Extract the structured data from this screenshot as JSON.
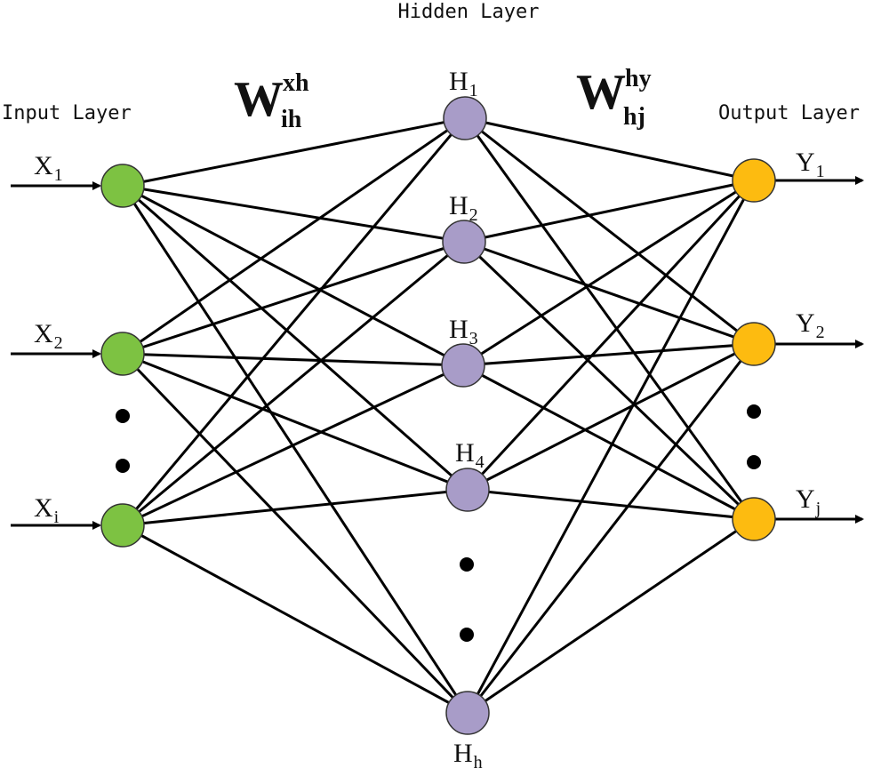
{
  "titles": {
    "input": "Input Layer",
    "hidden": "Hidden Layer",
    "output": "Output Layer"
  },
  "colors": {
    "input": "#7dc242",
    "hidden": "#a89cc8",
    "output": "#fdbb10",
    "edge": "#000000"
  },
  "weights": {
    "input_hidden": {
      "main": "W",
      "sup": "xh",
      "sub": "ih"
    },
    "hidden_output": {
      "main": "W",
      "sup": "hy",
      "sub": "hj"
    }
  },
  "nodes": {
    "input": [
      {
        "base": "X",
        "sub": "1"
      },
      {
        "base": "X",
        "sub": "2"
      },
      {
        "base": "X",
        "sub": "i"
      }
    ],
    "hidden": [
      {
        "base": "H",
        "sub": "1"
      },
      {
        "base": "H",
        "sub": "2"
      },
      {
        "base": "H",
        "sub": "3"
      },
      {
        "base": "H",
        "sub": "4"
      },
      {
        "base": "H",
        "sub": "h"
      }
    ],
    "output": [
      {
        "base": "Y",
        "sub": "1"
      },
      {
        "base": "Y",
        "sub": "2"
      },
      {
        "base": "Y",
        "sub": "j"
      }
    ]
  }
}
